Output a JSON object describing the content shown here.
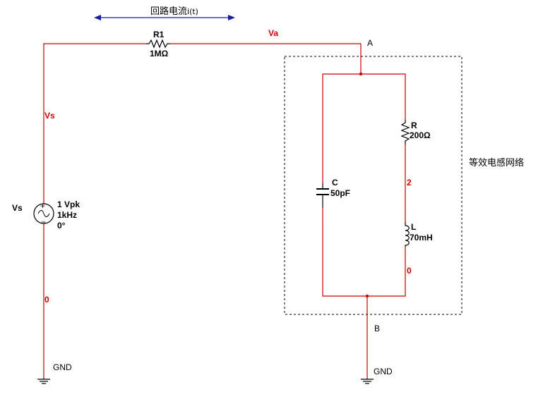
{
  "current_label": {
    "main": "回路电流",
    "sub": "i(t)"
  },
  "resistor_r1": {
    "name": "R1",
    "value": "1MΩ"
  },
  "node_va": "Va",
  "node_a": "A",
  "node_b": "B",
  "node_vs": "Vs",
  "node_2": "2",
  "node_0_right": "0",
  "node_0_left": "0",
  "source": {
    "name": "Vs",
    "amplitude": "1 Vpk",
    "frequency": "1kHz",
    "phase": "0°",
    "plus": "+",
    "minus": "−"
  },
  "resistor_r": {
    "name": "R",
    "value": "200Ω"
  },
  "capacitor_c": {
    "name": "C",
    "value": "50pF"
  },
  "inductor_l": {
    "name": "L",
    "value": "70mH"
  },
  "box_label": "等效电感网络",
  "gnd_left": "GND",
  "gnd_right": "GND",
  "colors": {
    "wire": "#cc0000",
    "arrow": "#1a1aaa",
    "box": "#000000"
  }
}
